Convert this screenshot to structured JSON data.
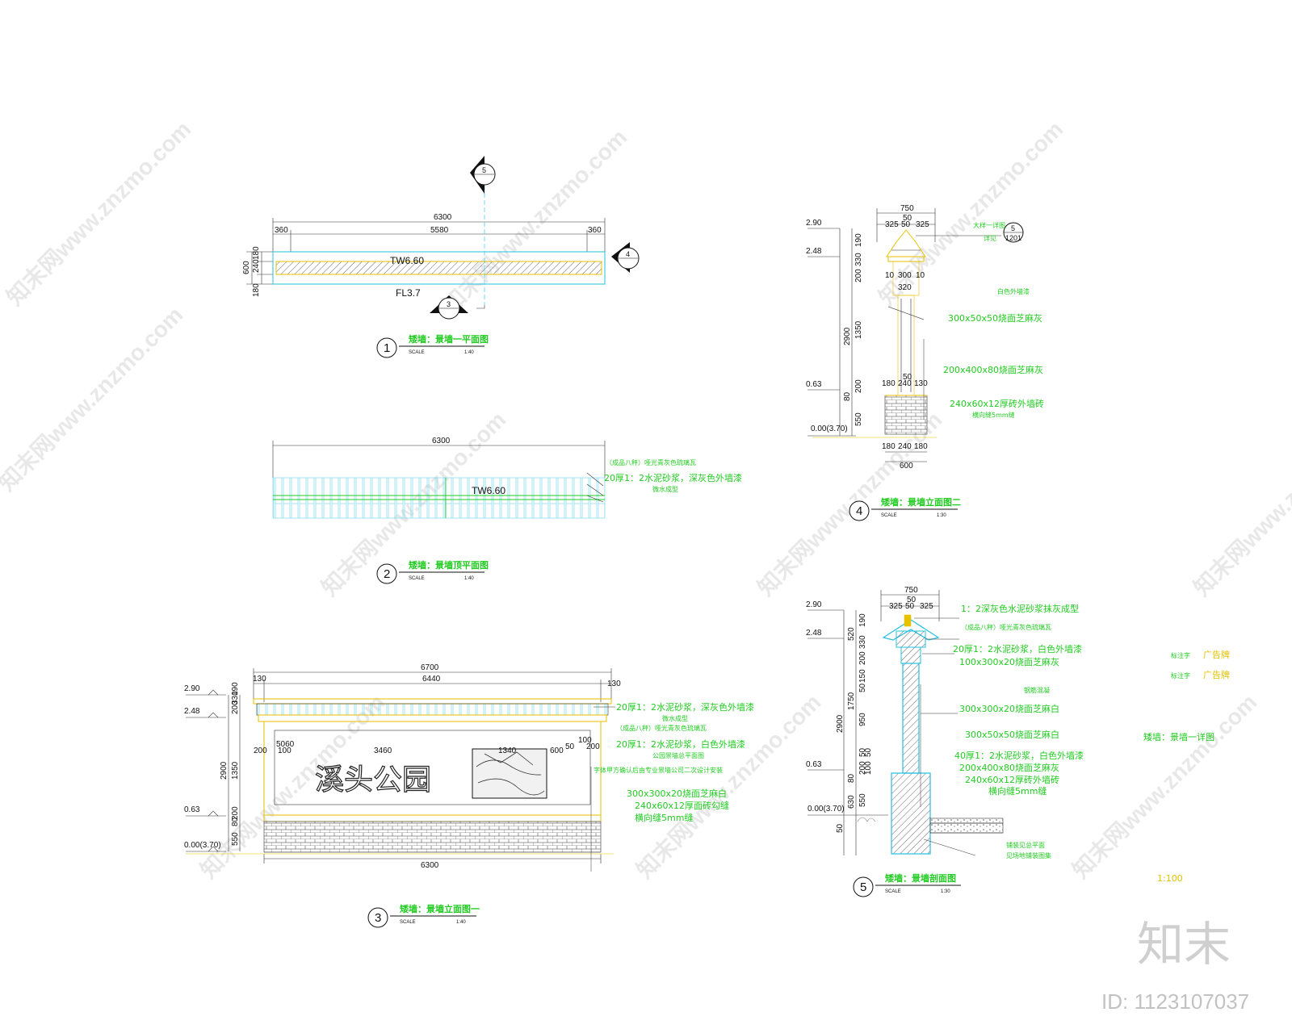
{
  "watermarks": [
    "知末网www.znzmo.com",
    "知末网www.znzmo.com",
    "知末网www.znzmo.com",
    "知末网www.znzmo.com",
    "知末网www.znzmo.com",
    "知末网www.znzmo.com",
    "知末网www.znzmo.com",
    "知末网www.znzmo.com",
    "知末网www.znzmo.com",
    "知末网www.znzmo.com"
  ],
  "brand": "知末",
  "image_id": "ID: 1123107037",
  "d1": {
    "title": "矮墙：景墙一平面图",
    "scale_label": "SCALE",
    "scale": "1:40",
    "number": "1",
    "dims_top": [
      "6300",
      "360",
      "5580",
      "360"
    ],
    "dims_left": [
      "180",
      "240",
      "180",
      "600"
    ],
    "tw": "TW6.60",
    "fl": "FL3.7",
    "marker5_num": "5",
    "marker5_sub": "—",
    "marker4_num": "4",
    "marker4_sub": "—",
    "marker3_num": "3",
    "marker3_sub": "—"
  },
  "d2": {
    "title": "矮墙：景墙顶平面图",
    "scale_label": "SCALE",
    "scale": "1:40",
    "number": "2",
    "dim_top": "6300",
    "tw": "TW6.60",
    "notes": [
      "（成品八秤）哑光青灰色琉璃瓦",
      "20厚1：2水泥砂浆，深灰色外墙漆",
      "微水成型"
    ]
  },
  "d3": {
    "title": "矮墙：景墙立面图一",
    "scale_label": "SCALE",
    "scale": "1:40",
    "number": "3",
    "dims_top": [
      "6700",
      "130",
      "6440",
      "130"
    ],
    "dims_inner": [
      "200",
      "5060",
      "100",
      "3460",
      "1340",
      "600",
      "50",
      "100",
      "200"
    ],
    "dim_bottom": "6300",
    "elevs": [
      "2.90",
      "2.48",
      "0.63",
      "0.00(3.70)"
    ],
    "dims_left": [
      "200",
      "330",
      "190",
      "2900",
      "1350",
      "200",
      "80",
      "550"
    ],
    "calligraphy": "溪头公园",
    "notes": [
      "20厚1：2水泥砂浆，深灰色外墙漆",
      "微水成型",
      "（成品八秤）哑光青灰色琉璃瓦",
      "20厚1：2水泥砂浆，白色外墙漆",
      "公园景墙总平面图",
      "字体甲方确认后由专业景墙公司二次设计安装",
      "300x300x20烧面芝麻白",
      "240x60x12厚面砖勾缝",
      "横向缝5mm缝"
    ]
  },
  "d4": {
    "title": "矮墙：景墙立面图二",
    "scale_label": "SCALE",
    "scale": "1:30",
    "number": "4",
    "dims_top": [
      "750",
      "325",
      "50",
      "325",
      "50"
    ],
    "dims_mid": [
      "10",
      "300",
      "10",
      "320"
    ],
    "dims_low": [
      "50",
      "180",
      "240",
      "130"
    ],
    "dims_bottom": [
      "180",
      "240",
      "180",
      "600"
    ],
    "elevs": [
      "2.90",
      "2.48",
      "0.63",
      "0.00(3.70)"
    ],
    "dims_left": [
      "190",
      "330",
      "200",
      "1350",
      "2900",
      "200",
      "80",
      "550"
    ],
    "ref_num": "5",
    "ref_sub": "1201",
    "notes": [
      "大样一详图",
      "详见",
      "白色外墙漆",
      "300x50x50烧面芝麻灰",
      "200x400x80烧面芝麻灰",
      "240x60x12厚砖外墙砖",
      "横向缝5mm缝"
    ]
  },
  "d5": {
    "title": "矮墙：景墙剖面图",
    "scale_label": "SCALE",
    "scale": "1:30",
    "number": "5",
    "dims_top": [
      "750",
      "325",
      "50",
      "325",
      "50"
    ],
    "elevs": [
      "2.90",
      "2.48",
      "0.63",
      "0.00(3.70)"
    ],
    "dims_left": [
      "190",
      "330",
      "520",
      "200",
      "150",
      "50",
      "950",
      "1750",
      "2900",
      "50",
      "50",
      "200",
      "100",
      "80",
      "630",
      "550",
      "50"
    ],
    "notes": [
      "1：2深灰色水泥砂浆抹灰成型",
      "（成品八秤）哑光青灰色琉璃瓦",
      "20厚1：2水泥砂浆，白色外墙漆",
      "100x300x20烧面芝麻灰",
      "钢筋混凝",
      "300x300x20烧面芝麻白",
      "300x50x50烧面芝麻白",
      "40厚1：2水泥砂浆，白色外墙漆",
      "200x400x80烧面芝麻灰",
      "240x60x12厚砖外墙砖",
      "横向缝5mm缝",
      "铺装见总平面",
      "见场地铺装图集"
    ]
  },
  "legend": {
    "label_a": "标注字",
    "value_a": "广告牌",
    "label_b": "标注字",
    "value_b": "广告牌",
    "title": "矮墙：景墙一详图",
    "scale_note": "1:100"
  }
}
